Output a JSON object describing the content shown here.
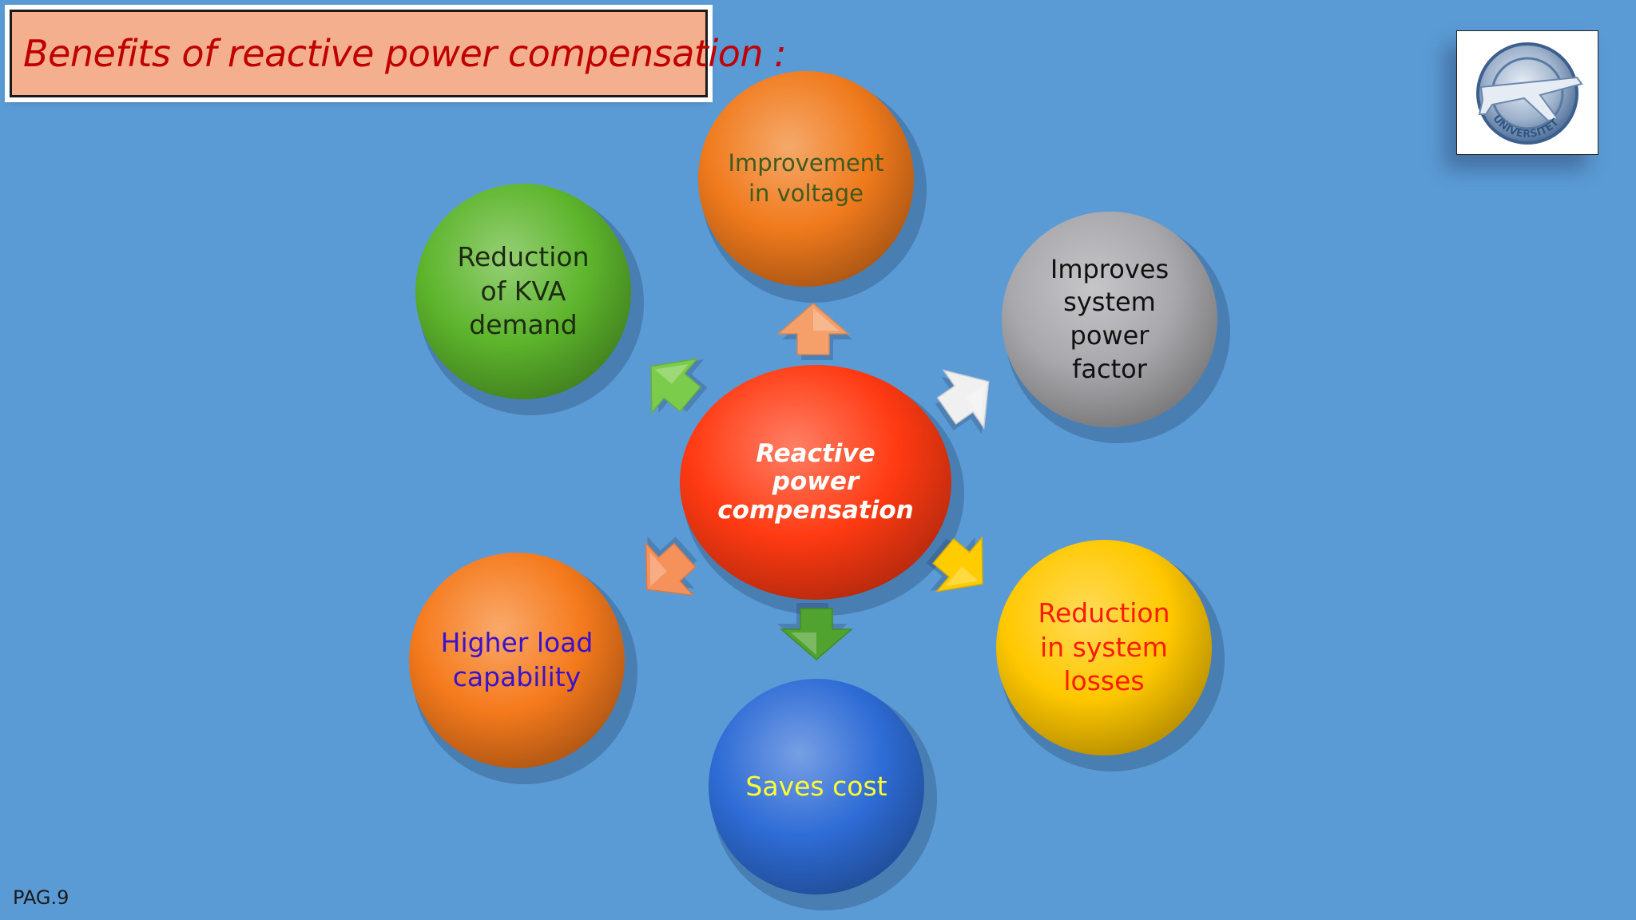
{
  "title": "Benefits of reactive power compensation :",
  "footer": "PAG.9",
  "logo": {
    "icon": "university-airplane-emblem",
    "text": "UNIVERSITET"
  },
  "colors": {
    "background": "#5b9bd5",
    "title_box": "#f4b08e",
    "title_text": "#c00000"
  },
  "center": {
    "label": "Reactive\npower\ncompensation",
    "color": "#ff3a12",
    "text_color": "#ffffff"
  },
  "benefits": [
    {
      "label": "Improvement\nin voltage",
      "color": "#f07a1c",
      "text_color": "#3f5a1e"
    },
    {
      "label": "Improves\nsystem\npower\nfactor",
      "color": "#a8a8ac",
      "text_color": "#111111"
    },
    {
      "label": "Reduction\nin system\nlosses",
      "color": "#ffc800",
      "text_color": "#ff1a00"
    },
    {
      "label": "Saves cost",
      "color": "#2e6cd6",
      "text_color": "#ffff33"
    },
    {
      "label": "Higher load\ncapability",
      "color": "#f57a1c",
      "text_color": "#3a12cc"
    },
    {
      "label": "Reduction\nof KVA\ndemand",
      "color": "#5db52c",
      "text_color": "#1d2b12"
    }
  ],
  "arrows": [
    {
      "color": "#f5a06a"
    },
    {
      "color": "#f0f0f0"
    },
    {
      "color": "#ffcc00"
    },
    {
      "color": "#4fa32e"
    },
    {
      "color": "#f5915a"
    },
    {
      "color": "#7ccc4c"
    }
  ]
}
